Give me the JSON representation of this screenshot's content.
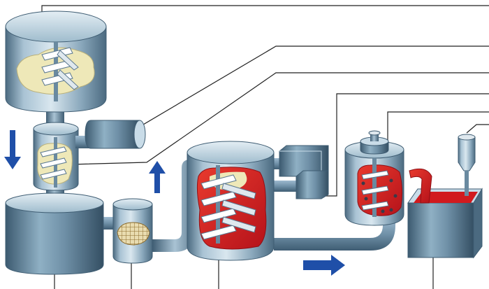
{
  "diagram": {
    "colors": {
      "background": "#ffffff",
      "steel_light": "#c9dce8",
      "steel_mid": "#7d9db3",
      "steel_dark": "#4b6a80",
      "pipe": "#6f90a7",
      "material_cream": "#eee8b8",
      "material_red": "#d11a1e",
      "arrow_blue": "#1f4fa8",
      "leader_line": "#222222",
      "mesh": "#c9a24a"
    },
    "arrows": [
      {
        "direction": "down"
      },
      {
        "direction": "up"
      },
      {
        "direction": "right"
      }
    ],
    "components": [
      "top-tank",
      "mixer-cylinder",
      "side-motor",
      "bottom-tank",
      "filter-tank",
      "main-reactor",
      "connector-box",
      "red-mixer",
      "collection-tank",
      "dispenser"
    ]
  }
}
